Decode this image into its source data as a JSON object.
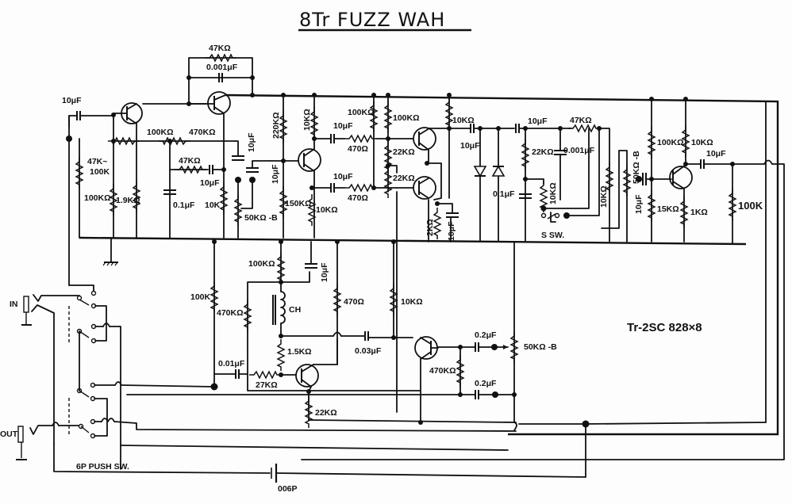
{
  "title": "8Tr FUZZ WAH",
  "transistor_note": "Tr-2SC 828×8",
  "labels": {
    "in_cap": "10μF",
    "fb_res": "47KΩ",
    "fb_cap": "0.001μF",
    "bias_var": "47K~",
    "bias_var2": "100K",
    "r100k_a": "100KΩ",
    "r1_9k": "1.9KΩ",
    "r100k_b": "100KΩ",
    "r470k": "470KΩ",
    "r47k": "47KΩ",
    "c10u_a": "10μF",
    "c01u_a": "0.1μF",
    "r10k_a": "10K",
    "c10u_b": "10μF",
    "pot50k_a": "50KΩ -B",
    "c10u_c": "10μF",
    "r220k": "220KΩ",
    "r150k": "150KΩ",
    "r10k_b": "10KΩ",
    "r10k_c": "10KΩ",
    "c10u_d": "10μF",
    "r470_a": "470Ω",
    "c10u_e": "10μF",
    "r470_b": "470Ω",
    "r100k_c": "100KΩ",
    "r100k_d": "100KΩ",
    "r22k_a": "22KΩ",
    "r22k_b": "22KΩ",
    "r2k": "2KΩ",
    "c10u_f": "10μF",
    "r10k_d": "10KΩ",
    "c10u_g": "10μF",
    "c10u_h": "10μF",
    "r22k_c": "22KΩ",
    "c01u_b": "0.1μF",
    "r10k_e": "10KΩ",
    "r47k_b": "47KΩ",
    "c001u": "0.001μF",
    "r10k_f": "10KΩ",
    "s_sw": "S SW.",
    "pot50k_b": "50KΩ -B",
    "c10u_i": "10μF",
    "r100k_e": "100KΩ",
    "r10k_g": "10KΩ",
    "c10u_j": "10μF",
    "r15k": "15KΩ",
    "r1k": "1KΩ",
    "r100k_out": "100K",
    "r100k_f": "100K",
    "r470k_b": "470KΩ",
    "r100k_g": "100KΩ",
    "c10u_k": "10μF",
    "ch": "CH",
    "r470_c": "470Ω",
    "r10k_h": "10KΩ",
    "r1_5k": "1.5KΩ",
    "c001u_b": "0.01μF",
    "c003u": "0.03μF",
    "r27k": "27KΩ",
    "r22k_d": "22KΩ",
    "c02u_a": "0.2μF",
    "pot50k_c": "50KΩ -B",
    "r470k_c": "470KΩ",
    "c02u_b": "0.2μF",
    "jack_in": "IN",
    "jack_out": "OUT",
    "push_sw": "6P PUSH SW.",
    "battery": "006P"
  }
}
